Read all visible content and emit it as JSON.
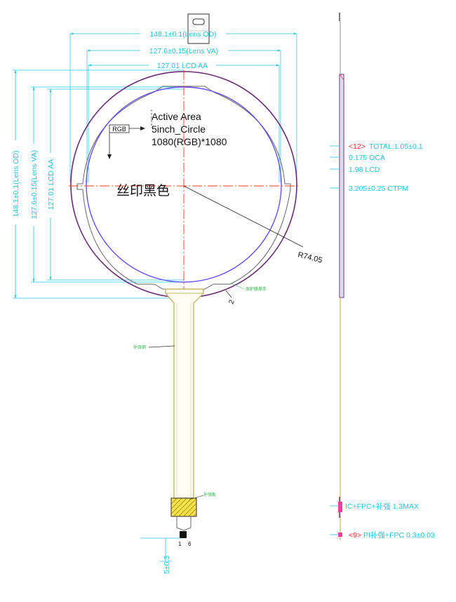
{
  "dimensions": {
    "lens_od_h": "148.1±0.1(Lens OD)",
    "lens_va_h": "127.6±0.15(Lens VA)",
    "lcd_aa_h": "127.01 LCD AA",
    "lens_od_v": "148.1±0.1(Lens OD)",
    "lens_va_v": "127.6±0.15(Lens VA)",
    "lcd_aa_v": "127.01 LCD AA",
    "radius": "R74.05",
    "tab_small": "2",
    "fpc_offset": "5±0.3"
  },
  "active_area": {
    "line1": "Active Area",
    "line2": "5inch_Circle",
    "line3": "1080(RGB)*1080",
    "rgb_box": "RGB"
  },
  "silk_print": "丝印黑色",
  "green_notes": {
    "protect": "保护膜撕手",
    "fpc_note": "补强钢",
    "ic_note": "补强板"
  },
  "pin_labels": {
    "pin1": "1",
    "pin6": "6"
  },
  "stackup": {
    "total_tag": "<12>",
    "total": "TOTAL:1.05±0.1",
    "oca": "0.175 OCA",
    "lcd": "1.98 LCD",
    "ctpm": "3.205±0.25 CTPM",
    "ic": "IC+FPC+补强 1.3MAX",
    "pi_tag": "<9>",
    "pi": "PI补强+FPC 0.3±0.03"
  },
  "colors": {
    "dimension": "#22c3e6",
    "outline_purple": "#6b2a78",
    "va_blue": "#6a4cff",
    "center_line": "#ff3a1a",
    "fpc": "#c9b66a",
    "ic_hatch": "#f0c400",
    "note_green": "#2fb84a",
    "tag_red": "#ff2a2a"
  }
}
